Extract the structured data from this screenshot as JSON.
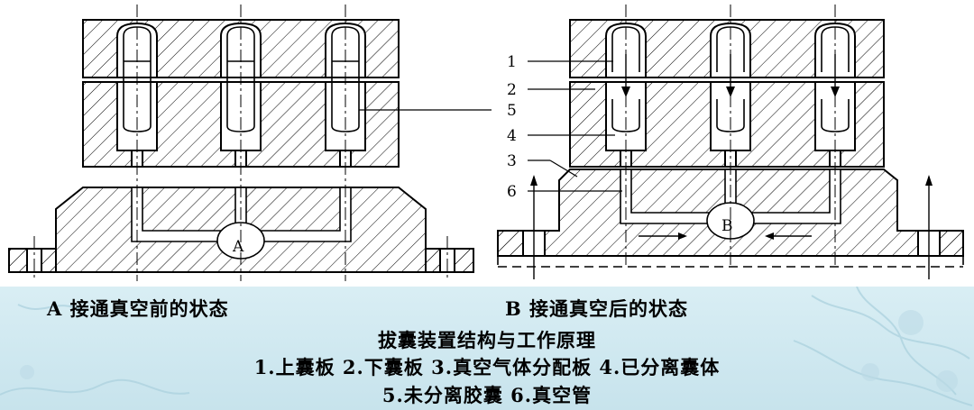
{
  "diagram": {
    "left_center_mark": "A",
    "right_center_mark": "B",
    "callouts": [
      "1",
      "2",
      "5",
      "4",
      "3",
      "6"
    ]
  },
  "captions": {
    "a_label": "A  接通真空前的状态",
    "b_label": "B  接通真空后的状态",
    "title": "拔囊装置结构与工作原理",
    "legend_line1": "1.上囊板  2.下囊板  3.真空气体分配板  4.已分离囊体",
    "legend_line2": "5.未分离胶囊    6.真空管"
  },
  "colors": {
    "line": "#000000",
    "band": "#cfe8f0",
    "texture": "#9fc9d8"
  }
}
